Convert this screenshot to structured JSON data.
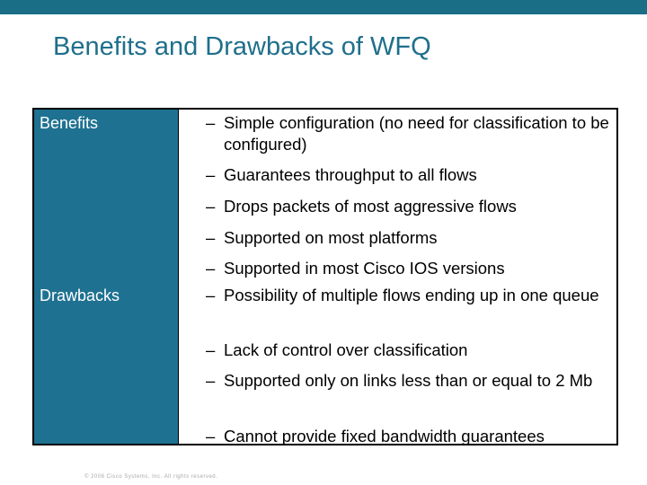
{
  "slide": {
    "title": "Benefits and Drawbacks of WFQ",
    "footer": "© 2006 Cisco Systems, Inc. All rights reserved."
  },
  "table": {
    "benefits_label": "Benefits",
    "drawbacks_label": "Drawbacks",
    "dash": "–",
    "benefits": [
      "Simple configuration (no need for classification to be configured)",
      "Guarantees throughput to all flows",
      "Drops packets of most aggressive flows",
      "Supported on most platforms",
      "Supported in most Cisco IOS versions"
    ],
    "drawbacks": [
      "Possibility of multiple flows ending up in one queue",
      "Lack of control over classification",
      "Supported only on links less than or equal to 2 Mb",
      "Cannot provide fixed bandwidth guarantees"
    ]
  },
  "colors": {
    "top_bar": "#1a6e86",
    "title": "#1f6f8b",
    "label_column": "#1e7191"
  }
}
